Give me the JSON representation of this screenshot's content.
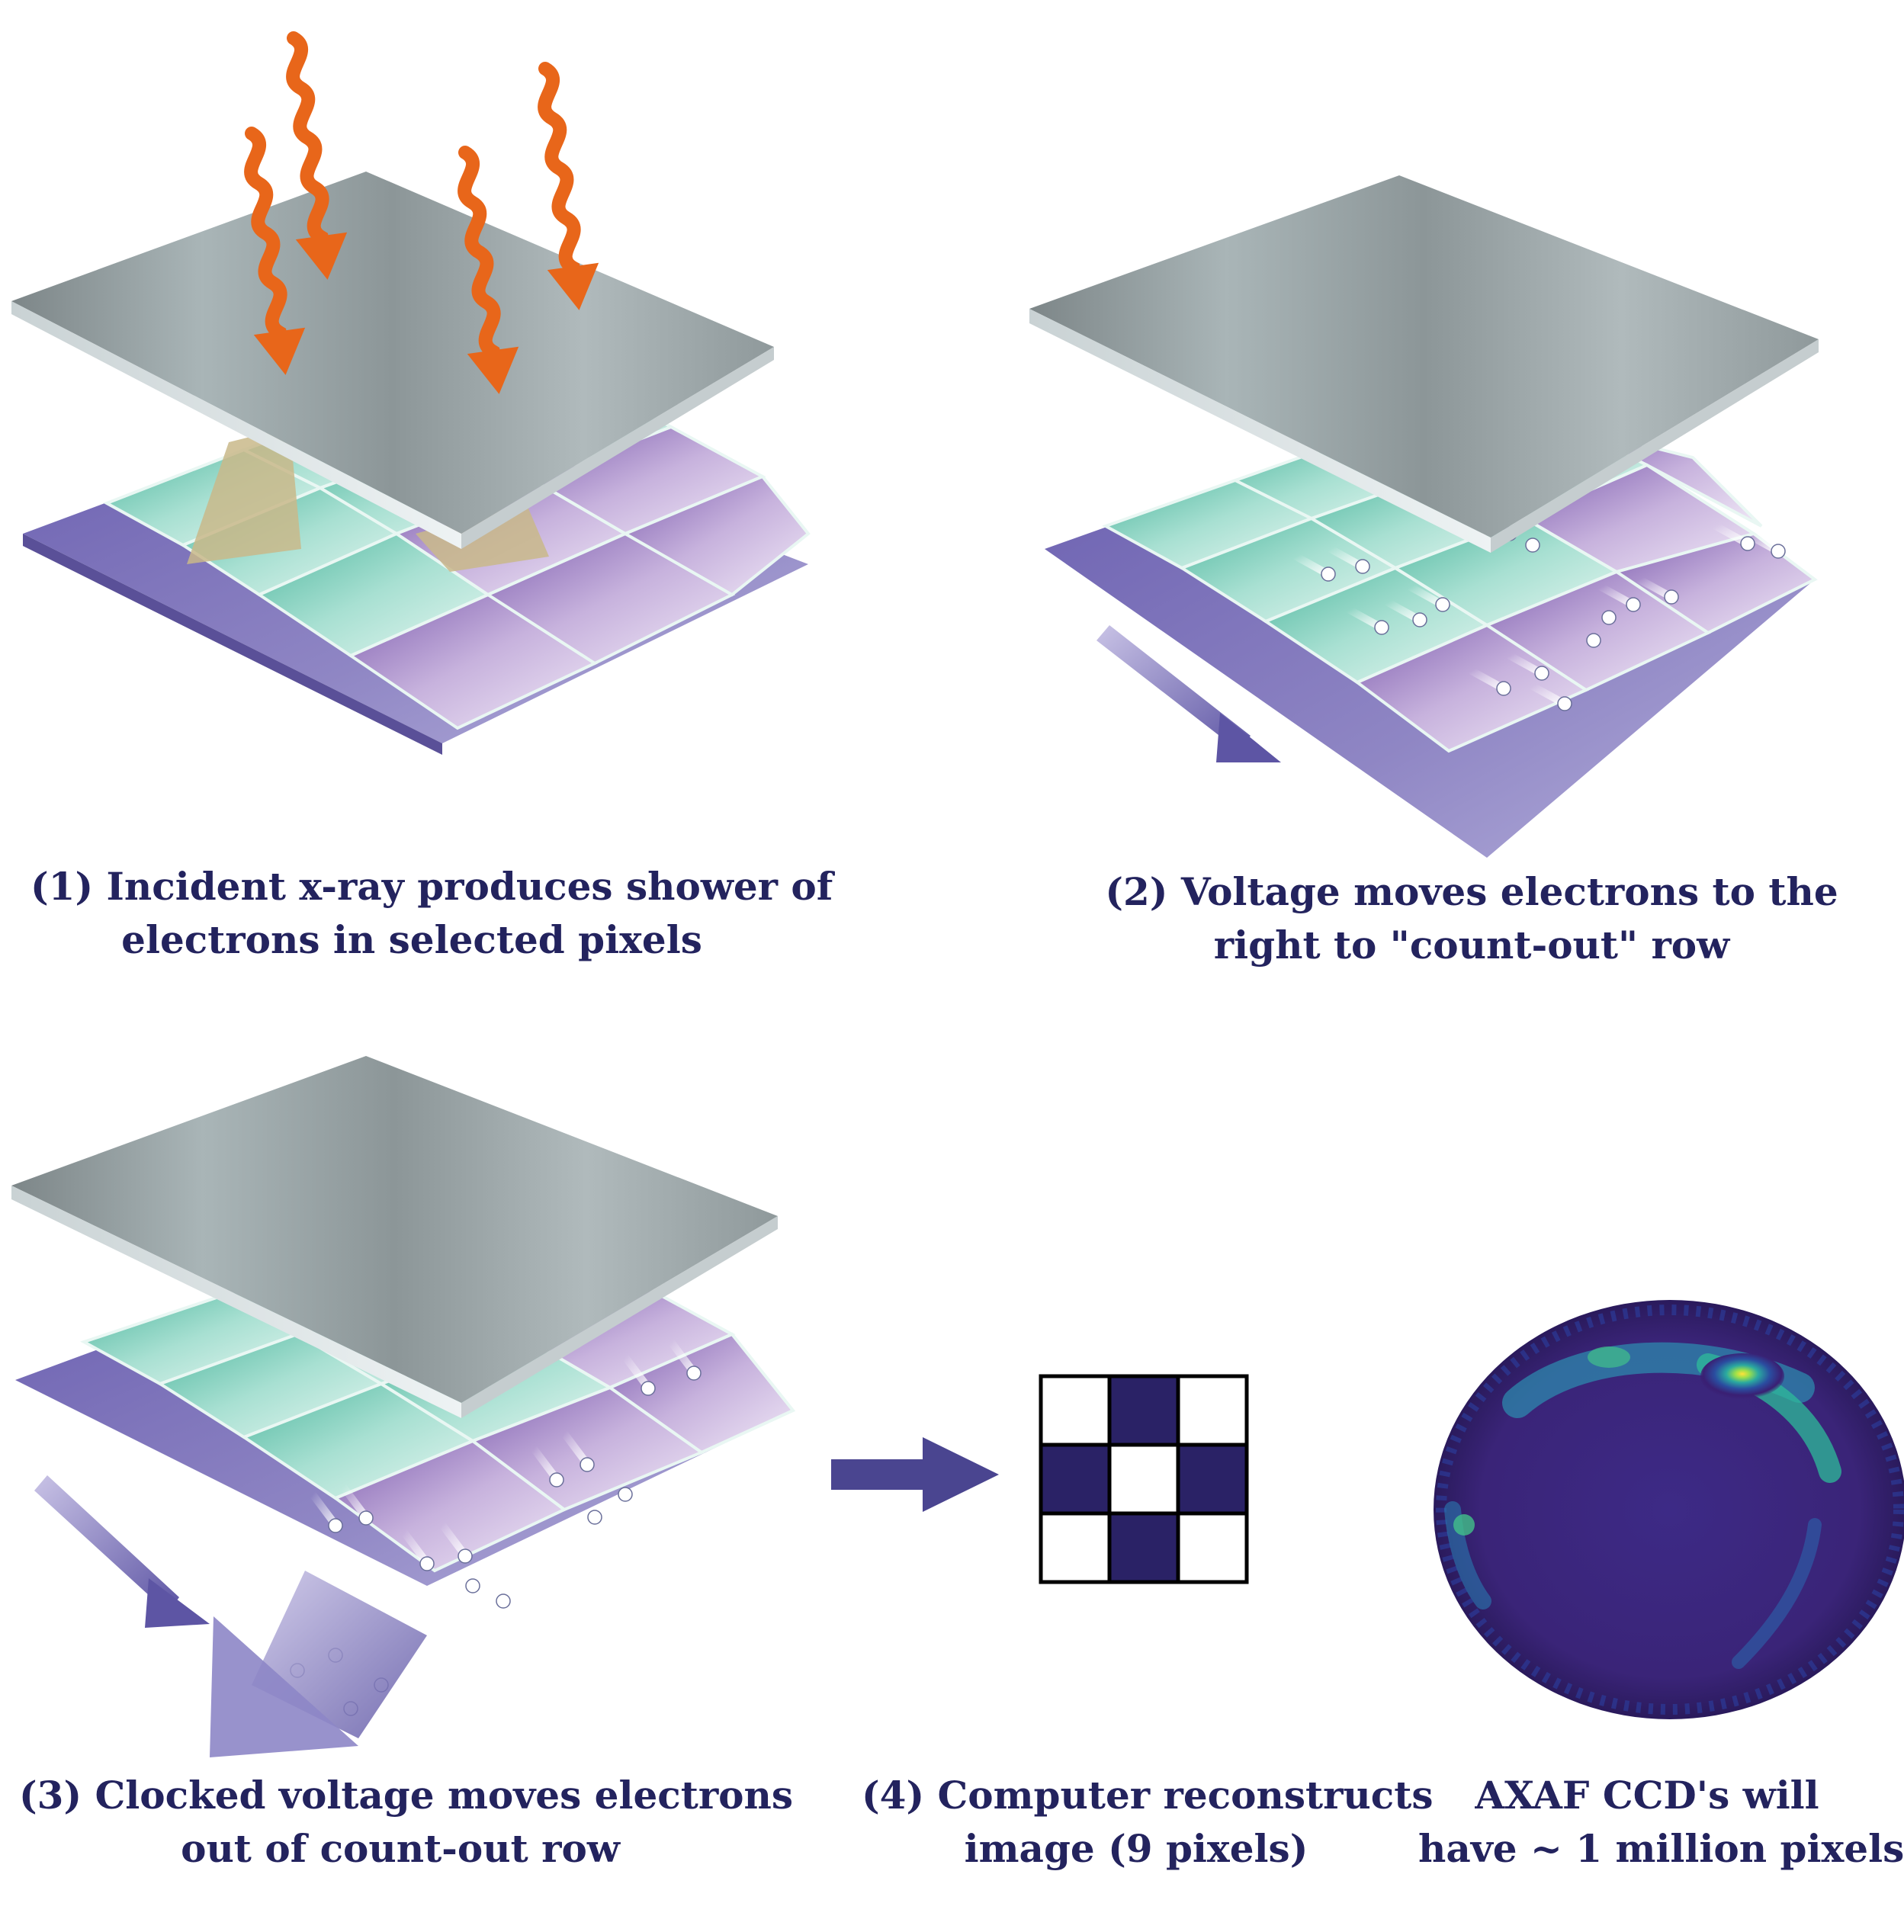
{
  "captions": {
    "step1": {
      "line1": "(1) Incident x-ray produces shower of",
      "line2": "electrons in selected pixels"
    },
    "step2": {
      "line1": "(2) Voltage moves electrons to the",
      "line2": "right to \"count-out\" row"
    },
    "step3": {
      "line1": "(3) Clocked voltage moves electrons",
      "line2": "out of  count-out row"
    },
    "step4": {
      "line1": "(4) Computer reconstructs",
      "line2": "image (9 pixels)"
    },
    "axaf": {
      "line1": "AXAF CCD's will",
      "line2": "have ~ 1 million pixels"
    }
  },
  "reconstructed_grid": {
    "rows": 3,
    "cols": 3,
    "filled": [
      [
        0,
        1,
        0
      ],
      [
        1,
        0,
        1
      ],
      [
        0,
        1,
        0
      ]
    ],
    "fill_color": "#2a2266",
    "empty_color": "#ffffff"
  },
  "colors": {
    "caption": "#23235e",
    "xray_arrow": "#e8661a",
    "pixel_teal": "#6fc9b4",
    "pixel_purple": "#a58ac4",
    "base_plate": "#7a72b4",
    "cover_plate": "#9aa4a8",
    "flow_arrow": "#4a4590"
  }
}
